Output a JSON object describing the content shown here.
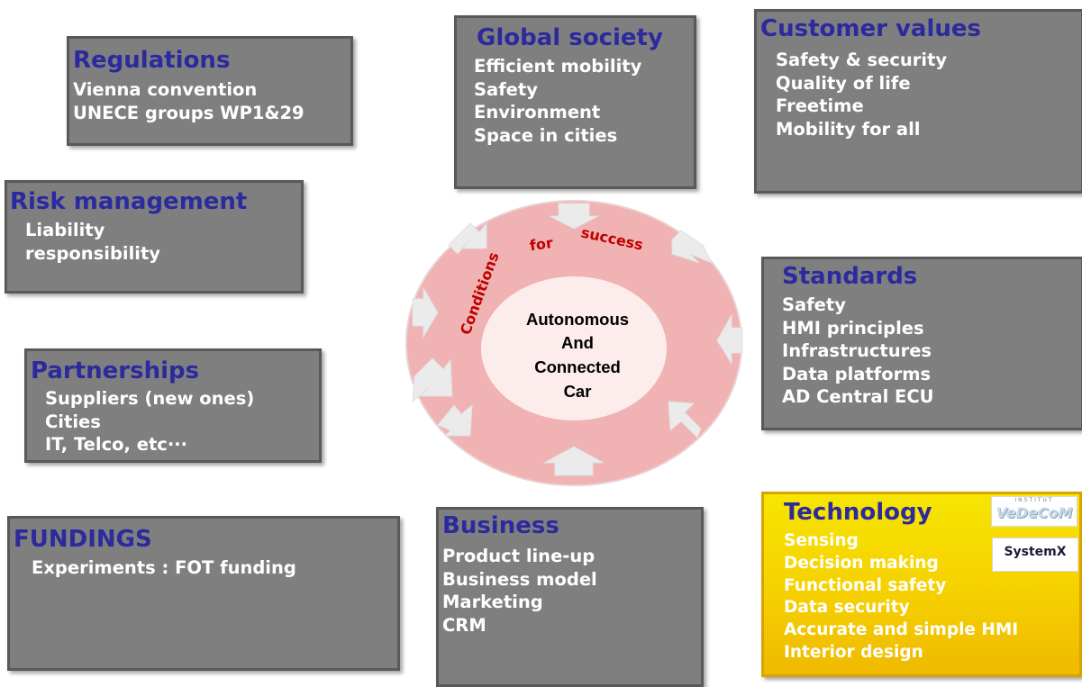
{
  "regulations": {
    "title": "Regulations",
    "items": [
      "Vienna convention",
      "UNECE groups WP1&29"
    ]
  },
  "global_society": {
    "title": "Global society",
    "items": [
      "Efficient mobility",
      "Safety",
      "Environment",
      "Space in cities"
    ]
  },
  "customer_values": {
    "title": "Customer values",
    "items": [
      "Safety & security",
      "Quality of life",
      "Freetime",
      "Mobility for all"
    ]
  },
  "risk_management": {
    "title": "Risk management",
    "items": [
      "Liability",
      "responsibility"
    ]
  },
  "standards": {
    "title": "Standards",
    "items": [
      "Safety",
      "HMI principles",
      "Infrastructures",
      "Data platforms",
      "AD Central ECU"
    ]
  },
  "partnerships": {
    "title": "Partnerships",
    "items": [
      "Suppliers (new ones)",
      "Cities",
      "IT, Telco, etc···"
    ]
  },
  "fundings": {
    "title": "FUNDINGS",
    "items": [
      "Experiments : FOT funding"
    ]
  },
  "business": {
    "title": "Business",
    "items": [
      "Product line-up",
      "Business model",
      "Marketing",
      "CRM"
    ]
  },
  "technology": {
    "title": "Technology",
    "items": [
      "Sensing",
      "Decision making",
      "Functional safety",
      "Data security",
      "Accurate and simple HMI",
      "Interior design"
    ]
  },
  "center": {
    "label_lines": [
      "Autonomous",
      "And",
      "Connected",
      "Car"
    ],
    "ring_text_1": "Conditions",
    "ring_text_2": "for",
    "ring_text_3": "success"
  },
  "logos": {
    "vedecom_small": "INSTITUT",
    "vedecom": "VeDeCoM",
    "systemx": "SystemX"
  },
  "colors": {
    "box_fill": "#7f7f7f",
    "title_blue": "#2b2a9e",
    "ring_fill": "#f0b2b2",
    "ring_text": "#c00000",
    "technology_fill": "#f5d000"
  }
}
